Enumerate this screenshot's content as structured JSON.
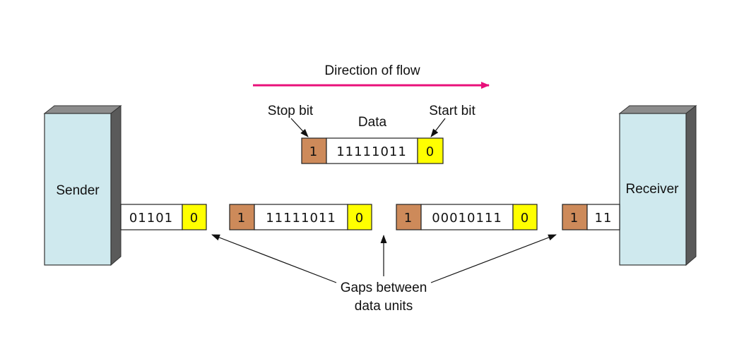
{
  "flow_label": "Direction of flow",
  "stop_bit_label": "Stop bit",
  "data_label": "Data",
  "start_bit_label": "Start bit",
  "sender_label": "Sender",
  "receiver_label": "Receiver",
  "gaps_label_line1": "Gaps between",
  "gaps_label_line2": "data units",
  "detail_frame": {
    "stop": "1",
    "data": "11111011",
    "start": "0"
  },
  "sender_partial": {
    "data": "01101",
    "start": "0"
  },
  "frame_a": {
    "stop": "1",
    "data": "11111011",
    "start": "0"
  },
  "frame_b": {
    "stop": "1",
    "data": "00010111",
    "start": "0"
  },
  "receiver_partial": {
    "stop": "1",
    "data": "11"
  },
  "colors": {
    "flow_arrow": "#e8107a",
    "stop_bit": "#cd8a5a",
    "start_bit": "#ffff00",
    "device_face": "#cfe9ee",
    "device_side": "#5a5a5a",
    "device_top": "#8c8c8c"
  }
}
